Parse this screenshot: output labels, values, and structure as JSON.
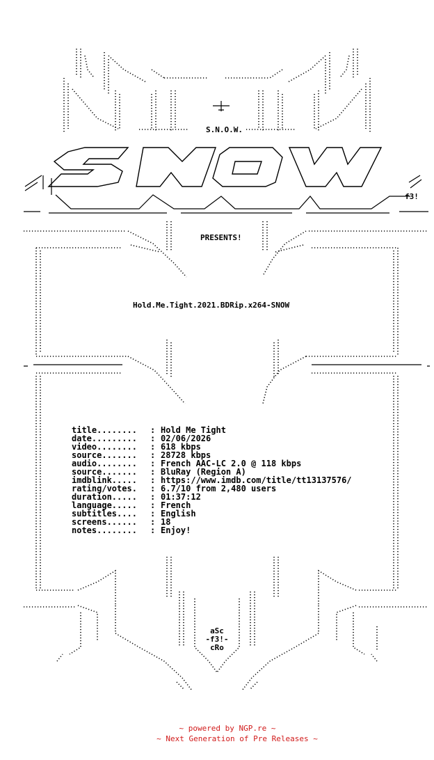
{
  "group_mark": "S.N.O.W.",
  "artist_tag_top": "f3!",
  "presents_label": "PRESENTS!",
  "release_name": "Hold.Me.Tight.2021.BDRip.x264-SNOW",
  "info_rows": [
    {
      "key": "title........",
      "value": "Hold Me Tight"
    },
    {
      "key": "date.........",
      "value": "02/06/2026"
    },
    {
      "key": "video........",
      "value": "618 kbps"
    },
    {
      "key": "source.......",
      "value": "28728 kbps"
    },
    {
      "key": "audio........",
      "value": "French AAC-LC 2.0 @ 118 kbps"
    },
    {
      "key": "source.......",
      "value": "BluRay (Region A)"
    },
    {
      "key": "imdblink.....",
      "value": "https://www.imdb.com/title/tt13137576/"
    },
    {
      "key": "rating/votes.",
      "value": "6.7/10 from 2,480 users"
    },
    {
      "key": "duration.....",
      "value": "01:37:12"
    },
    {
      "key": "language.....",
      "value": "French"
    },
    {
      "key": "subtitles....",
      "value": "English"
    },
    {
      "key": "screens......",
      "value": "18"
    },
    {
      "key": "notes........",
      "value": "Enjoy!"
    }
  ],
  "credits": [
    "aSc",
    "-f3!-",
    "cRo"
  ],
  "footer": {
    "line1": "~ powered by NGP.re ~",
    "line2": "~ Next Generation of Pre Releases ~",
    "color": "#d11a1a"
  }
}
